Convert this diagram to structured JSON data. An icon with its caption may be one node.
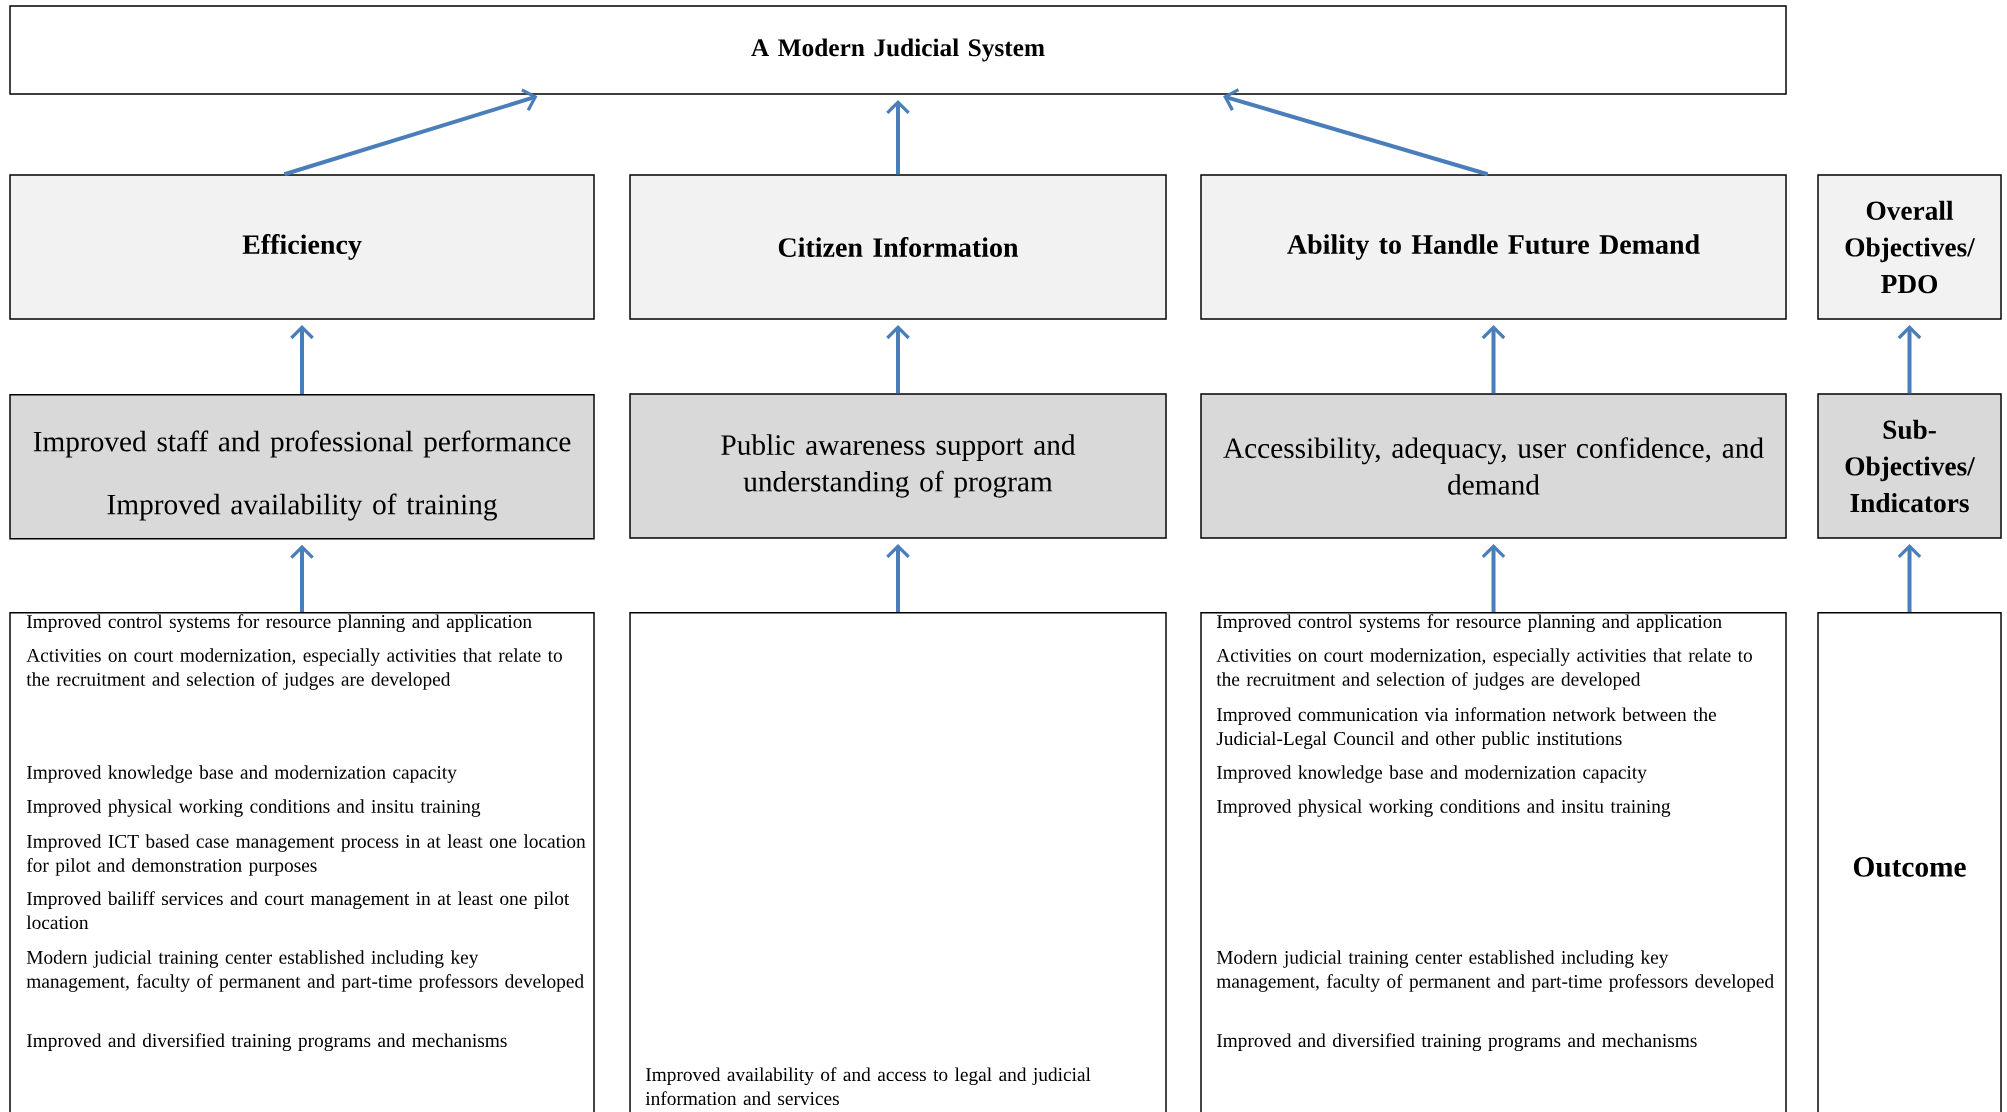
{
  "diagram": {
    "nodes": [
      {
        "text": [
          "A Modern Judicial System"
        ]
      },
      {
        "text": [
          "Efficiency"
        ]
      },
      {
        "text": [
          "Citizen Information"
        ]
      },
      {
        "text": [
          "Ability to Handle Future Demand"
        ]
      },
      {
        "text": [
          "Overall Objectives/ PDO"
        ]
      },
      {
        "text": [
          "Improved staff and professional performance",
          "Improved availability of training"
        ]
      },
      {
        "text": [
          "Public awareness support and understanding of program"
        ]
      },
      {
        "text": [
          "Accessibility, adequacy, user confidence, and demand"
        ]
      },
      {
        "text": [
          "Sub-Objectives/ Indicators"
        ]
      },
      {
        "text": [
          "Improved control systems for resource planning and application",
          "Activities on court modernization, especially activities that relate to the recruitment and selection of judges are developed",
          "Improved knowledge base and modernization capacity",
          "Improved physical working conditions and insitu training",
          "Improved ICT based case management process in at least one location for pilot and demonstration purposes",
          "Improved bailiff services and court management in at least one pilot location",
          "Modern judicial training center established including key management, faculty of permanent and part-time professors developed",
          "Improved and diversified training programs and mechanisms"
        ]
      },
      {
        "text": [
          "Improved availability of and access to legal and judicial information and services"
        ]
      },
      {
        "text": [
          "Improved control systems for resource planning and application",
          "Activities on court modernization, especially activities that relate to the recruitment and selection of judges are developed",
          "Improved communication via information network between the Judicial-Legal Council and other public institutions",
          "Improved knowledge base and modernization capacity",
          "Improved physical working conditions and insitu training",
          "Modern judicial training center established including key management, faculty of permanent and part-time professors developed",
          "Improved and diversified training programs and mechanisms"
        ]
      },
      {
        "text": [
          "Outcome"
        ]
      }
    ],
    "edges": [
      {
        "from": 1,
        "to": 0,
        "arrow": "to"
      },
      {
        "from": 2,
        "to": 0,
        "arrow": "to"
      },
      {
        "from": 3,
        "to": 0,
        "arrow": "to"
      },
      {
        "from": 5,
        "to": 1,
        "arrow": "to"
      },
      {
        "from": 6,
        "to": 2,
        "arrow": "to"
      },
      {
        "from": 7,
        "to": 3,
        "arrow": "to"
      },
      {
        "from": 8,
        "to": 4,
        "arrow": "to"
      },
      {
        "from": 9,
        "to": 5,
        "arrow": "to"
      },
      {
        "from": 10,
        "to": 6,
        "arrow": "to"
      },
      {
        "from": 11,
        "to": 7,
        "arrow": "to"
      },
      {
        "from": 12,
        "to": 8,
        "arrow": "to"
      }
    ]
  }
}
